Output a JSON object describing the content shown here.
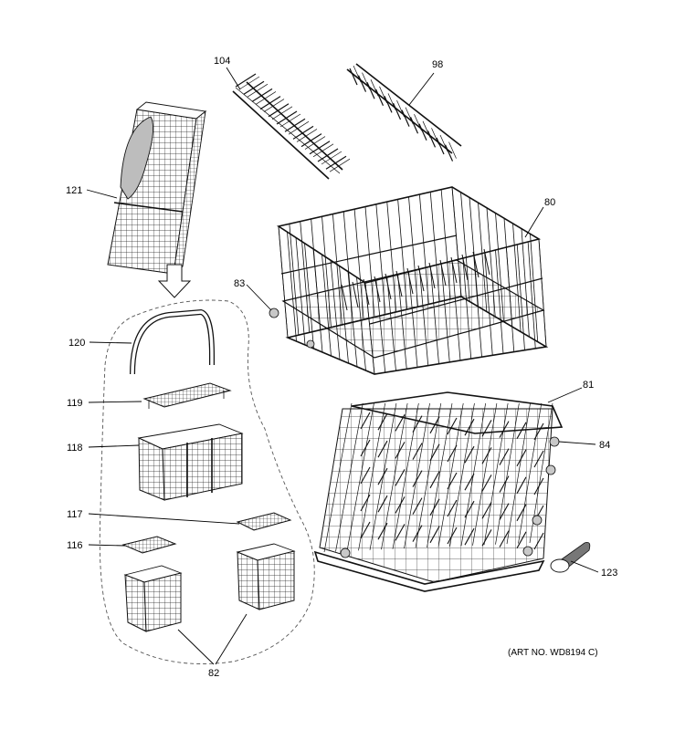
{
  "labels": {
    "p104": "104",
    "p98": "98",
    "p121": "121",
    "p80": "80",
    "p83": "83",
    "p120": "120",
    "p119": "119",
    "p118": "118",
    "p81": "81",
    "p84": "84",
    "p117": "117",
    "p116": "116",
    "p123": "123",
    "p82": "82"
  },
  "art_number": "(ART NO. WD8194 C)"
}
